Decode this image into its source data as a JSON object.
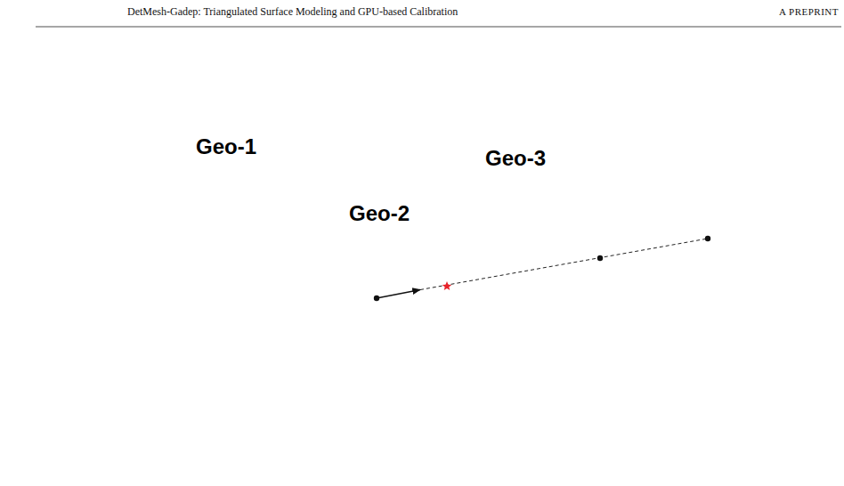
{
  "diagram": {
    "nodes": [
      {
        "text": [
          "Geo-1"
        ]
      },
      {
        "text": [
          "Geo-2"
        ],
        "in": 0
      },
      {
        "text": [
          "Geo-3"
        ],
        "in": 0
      }
    ],
    "labels": [
      "DetMesh-Gadep: Triangulated Surface Modeling and GPU-based Calibration",
      "A PREPRINT"
    ]
  }
}
